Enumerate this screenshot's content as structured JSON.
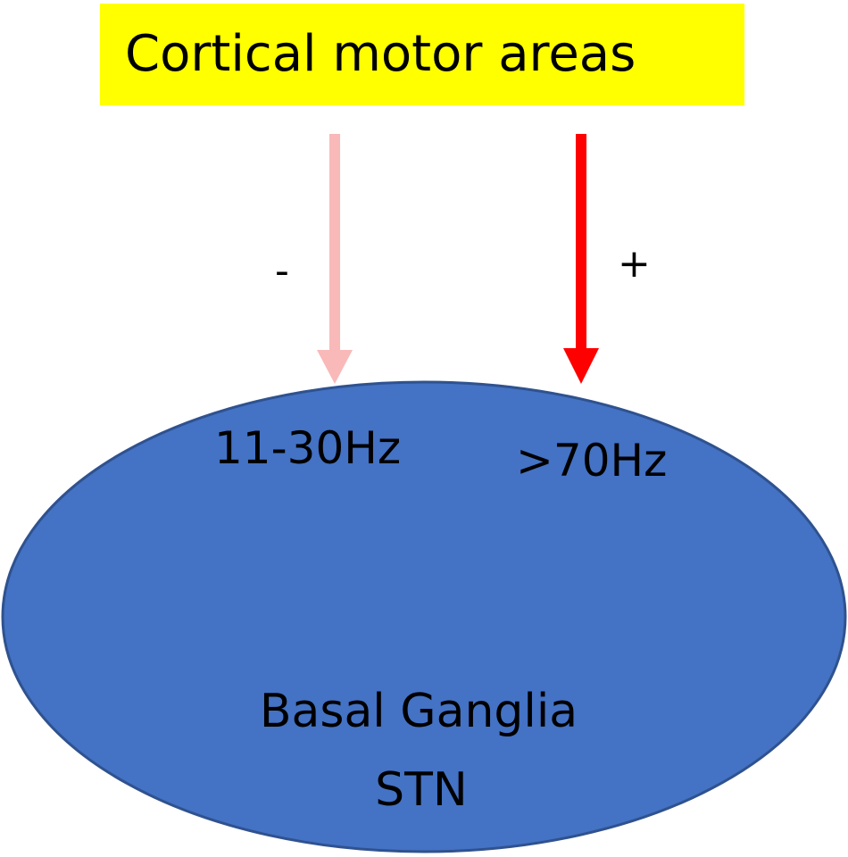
{
  "cortex": {
    "label": "Cortical motor areas",
    "fill": "#ffff00"
  },
  "pathways": [
    {
      "sign": "-",
      "frequency": "11-30Hz",
      "color": "#f9b9b9"
    },
    {
      "sign": "+",
      "frequency": ">70Hz",
      "color": "#ff0000"
    }
  ],
  "target": {
    "name": "Basal Ganglia",
    "subregion": "STN",
    "fill": "#4472c4",
    "stroke": "#2f528f"
  }
}
